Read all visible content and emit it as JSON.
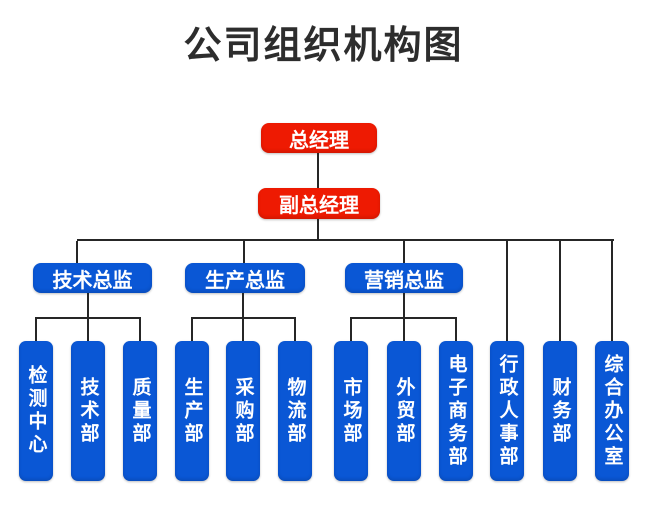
{
  "title": "公司组织机构图",
  "colors": {
    "executive_box": "#ee1a02",
    "department_box": "#0a57d5",
    "connector_line": "#262626",
    "title_text": "#2d2d2d",
    "box_text": "#ffffff",
    "background": "#ffffff"
  },
  "org": {
    "general_manager": "总经理",
    "deputy_general_manager": "副总经理",
    "directors": [
      {
        "label": "技术总监",
        "departments": [
          "检测中心",
          "技术部",
          "质量部"
        ]
      },
      {
        "label": "生产总监",
        "departments": [
          "生产部",
          "采购部",
          "物流部"
        ]
      },
      {
        "label": "营销总监",
        "departments": [
          "市场部",
          "外贸部",
          "电子商务部"
        ]
      }
    ],
    "direct_departments": [
      "行政人事部",
      "财务部",
      "综合办公室"
    ]
  }
}
